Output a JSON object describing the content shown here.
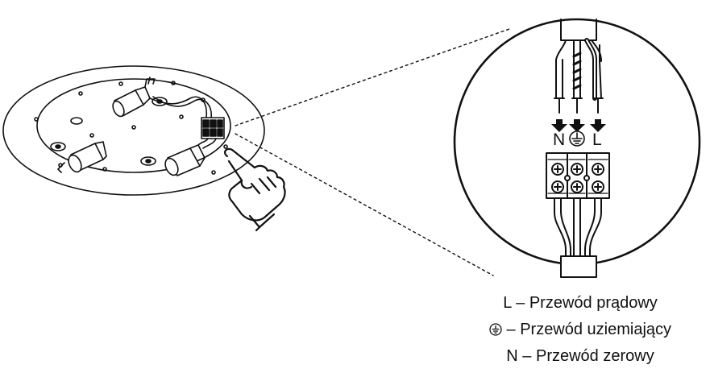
{
  "terminal_labels": {
    "neutral": "N",
    "live": "L"
  },
  "legend": [
    {
      "symbol": "L",
      "dash": "–",
      "text": "Przewód prądowy"
    },
    {
      "symbol": "",
      "symbol_icon": "earth-ground-icon",
      "dash": "–",
      "text": "Przewód uziemiający"
    },
    {
      "symbol": "N",
      "dash": "–",
      "text": "Przewód zerowy"
    }
  ],
  "colors": {
    "line": "#111111",
    "background": "#ffffff"
  }
}
